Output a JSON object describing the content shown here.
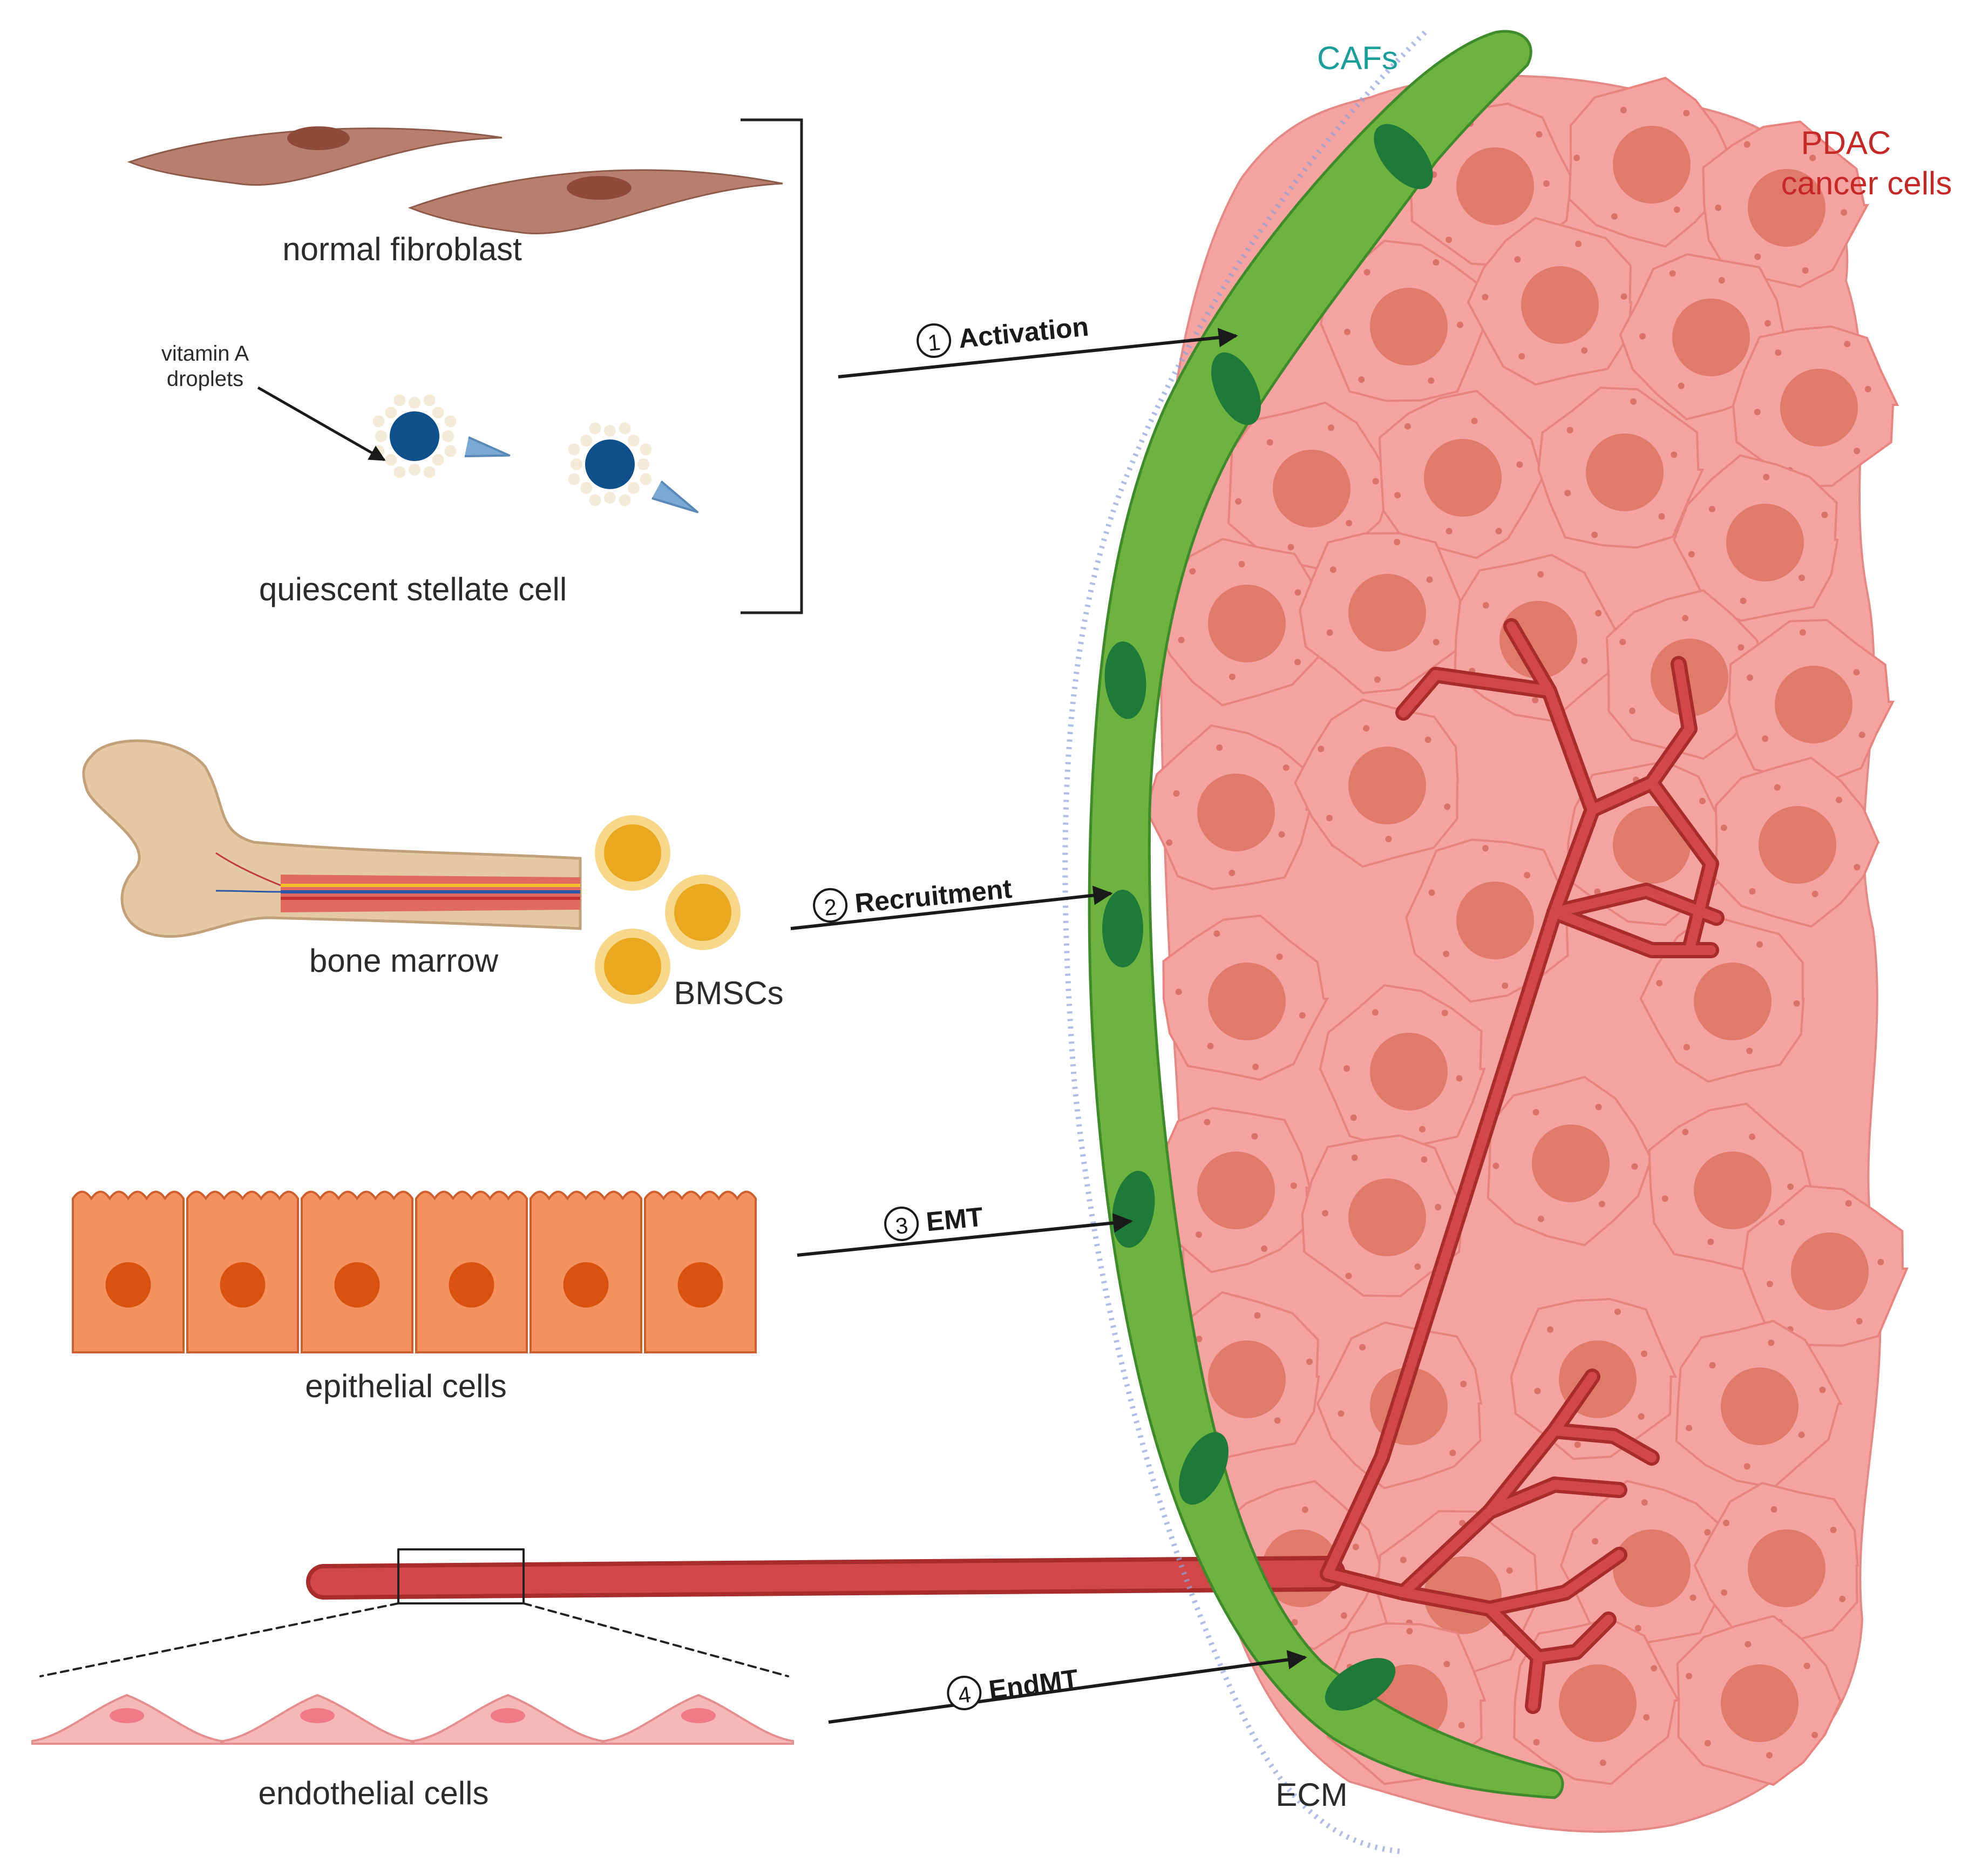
{
  "labels": {
    "cafs": "CAFs",
    "pdac_line1": "PDAC",
    "pdac_line2": "cancer cells",
    "normal_fibroblast": "normal fibroblast",
    "vitamin_a_line1": "vitamin A",
    "vitamin_a_line2": "droplets",
    "quiescent_stellate": "quiescent stellate cell",
    "bone_marrow": "bone marrow",
    "bmscs": "BMSCs",
    "epithelial": "epithelial cells",
    "endothelial": "endothelial cells",
    "ecm": "ECM"
  },
  "steps": [
    {
      "number": "1",
      "label": "Activation"
    },
    {
      "number": "2",
      "label": "Recruitment"
    },
    {
      "number": "3",
      "label": "EMT"
    },
    {
      "number": "4",
      "label": "EndMT"
    }
  ],
  "colors": {
    "caf_green": "#6db33f",
    "caf_nucleus": "#1f7a3a",
    "cancer_cell": "#f4a3a0",
    "cancer_nucleus": "#e07a6a",
    "vessel": "#c83c3c",
    "fibroblast": "#b87f6f",
    "stellate": "#7aa9d4",
    "bmsc": "#eaa820",
    "epithelial": "#f4925f",
    "endothelial": "#f6b7b7",
    "cafs_text": "#1a9e9a",
    "pdac_text": "#c62828"
  }
}
